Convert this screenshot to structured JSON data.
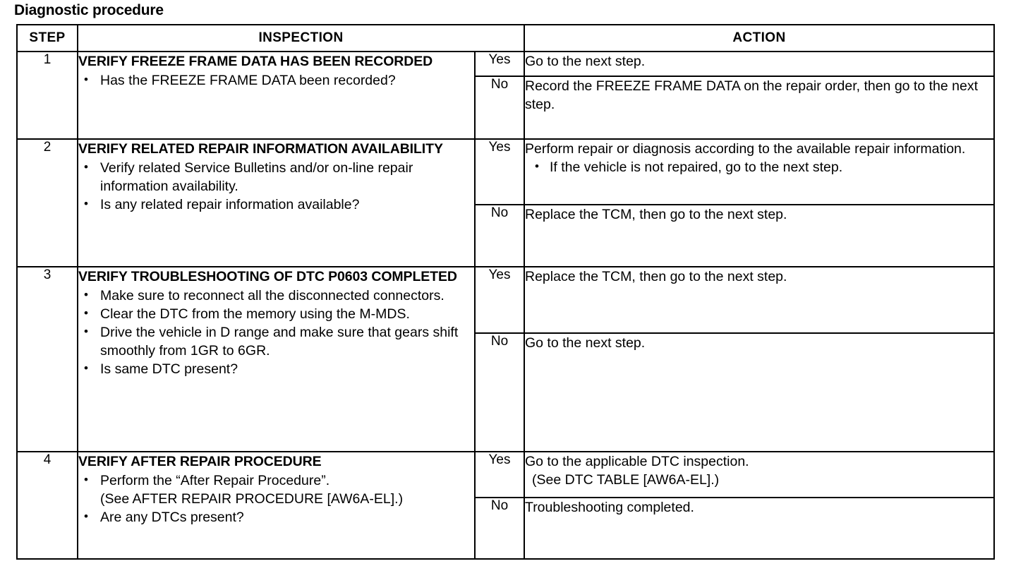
{
  "page": {
    "title": "Diagnostic procedure"
  },
  "table": {
    "headers": {
      "step": "STEP",
      "inspection": "INSPECTION",
      "action": "ACTION"
    },
    "labels": {
      "yes": "Yes",
      "no": "No"
    },
    "rows": [
      {
        "step": "1",
        "inspection_title": "VERIFY FREEZE FRAME DATA HAS BEEN RECORDED",
        "inspection_bullets": [
          "Has the FREEZE FRAME DATA been recorded?"
        ],
        "yes_label": "Yes",
        "yes_action": "Go to the next step.",
        "yes_action_bullets": [],
        "no_label": "No",
        "no_action": "Record the FREEZE FRAME DATA on the repair order, then go to the next step.",
        "no_action_bullets": []
      },
      {
        "step": "2",
        "inspection_title": "VERIFY RELATED REPAIR INFORMATION AVAILABILITY",
        "inspection_bullets": [
          "Verify related Service Bulletins and/or on-line repair information availability.",
          "Is any related repair information available?"
        ],
        "yes_label": "Yes",
        "yes_action": "Perform repair or diagnosis according to the available repair information.",
        "yes_action_bullets": [
          "If the vehicle is not repaired, go to the next step."
        ],
        "no_label": "No",
        "no_action": "Replace the TCM, then go to the next step.",
        "no_action_bullets": []
      },
      {
        "step": "3",
        "inspection_title": "VERIFY TROUBLESHOOTING OF DTC P0603 COMPLETED",
        "inspection_bullets": [
          "Make sure to reconnect all the disconnected connectors.",
          "Clear the DTC from the memory using the M-MDS.",
          "Drive the vehicle in D range and make sure that gears shift smoothly from 1GR to 6GR.",
          "Is same DTC present?"
        ],
        "yes_label": "Yes",
        "yes_action": "Replace the TCM, then go to the next step.",
        "yes_action_bullets": [],
        "no_label": "No",
        "no_action": "Go to the next step.",
        "no_action_bullets": []
      },
      {
        "step": "4",
        "inspection_title": "VERIFY AFTER REPAIR PROCEDURE",
        "inspection_bullets": [
          "Perform the “After Repair Procedure”."
        ],
        "inspection_continuation": "(See  AFTER REPAIR PROCEDURE [AW6A-EL].)",
        "inspection_bullets_2": [
          "Are any DTCs present?"
        ],
        "yes_label": "Yes",
        "yes_action": "Go to the applicable DTC inspection.",
        "yes_action_continuation": "(See DTC TABLE [AW6A-EL].)",
        "yes_action_bullets": [],
        "no_label": "No",
        "no_action": "Troubleshooting completed.",
        "no_action_bullets": []
      }
    ]
  }
}
